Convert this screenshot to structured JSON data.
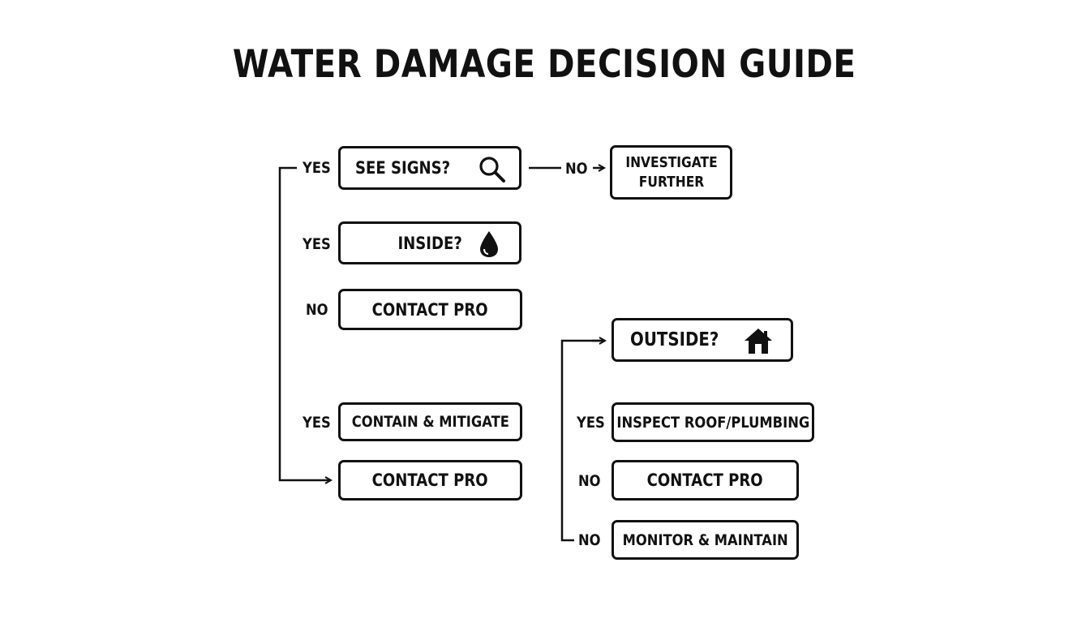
{
  "title": "WATER DAMAGE DECISION GUIDE",
  "nodes": {
    "see_signs": "SEE SIGNS?",
    "investigate": "INVESTIGATE FURTHER",
    "inside": "INSIDE?",
    "contact_pro_1": "CONTACT PRO",
    "outside": "OUTSIDE?",
    "contain": "CONTAIN & MITIGATE",
    "contact_pro_2": "CONTACT PRO",
    "inspect": "INSPECT ROOF/PLUMBING",
    "contact_pro_3": "CONTACT PRO",
    "monitor": "MONITOR & MAINTAIN"
  },
  "labels": {
    "yes_signs": "YES",
    "no_signs": "NO",
    "yes_inside": "YES",
    "no_contact": "NO",
    "yes_contain": "YES",
    "yes_inspect": "YES",
    "no_contact_out": "NO",
    "no_monitor": "NO"
  },
  "icons": {
    "see_signs": "magnifier-icon",
    "inside": "water-drop-icon",
    "outside": "house-icon"
  }
}
